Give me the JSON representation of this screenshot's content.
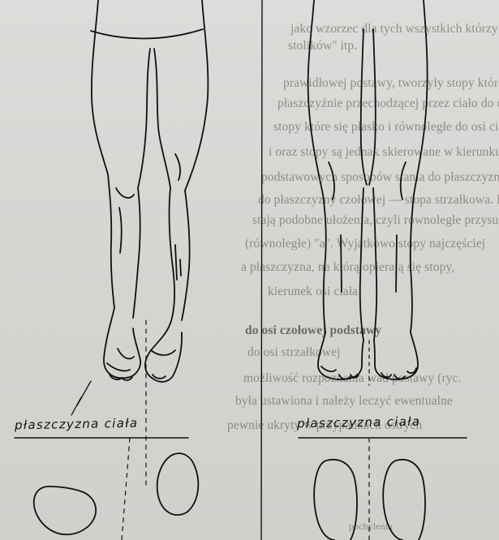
{
  "captions": {
    "left": "płaszczyzna ciała",
    "right": "płaszczyzna ciała"
  },
  "background_text": [
    "jako wzorzec dla tych wszystkich którzy gimna",
    "stolików\" itp.",
    "prawidłowej postawy, tworzyły stopy które",
    "płaszczyźnie przechodzącej przez ciało do osi",
    "stopy które się płasko i równoległe do osi ciała",
    "i oraz stopy są jednak skierowane w kierunku osi",
    "podstawowych sposobów stania do płaszczyzny strzałkowej —",
    "do płaszczyzny czołowej — stopa strzałkowa. Po",
    "stają podobne ułożenia, czyli równoległe przysu",
    "(równoległe) \"a\". Wyjątkowo stopy najczęściej",
    "a płaszczyzna, na którą opierają się stopy,",
    "kierunek osi ciała",
    "do osi czołowej podstawy",
    "do osi strzałkowej",
    "możliwość rozpoznania wad postawy (ryc.",
    "była ustawiona i należy leczyć ewentualne",
    "pewnie ukryty w przypadkach ostrych",
    "pochylenia"
  ]
}
